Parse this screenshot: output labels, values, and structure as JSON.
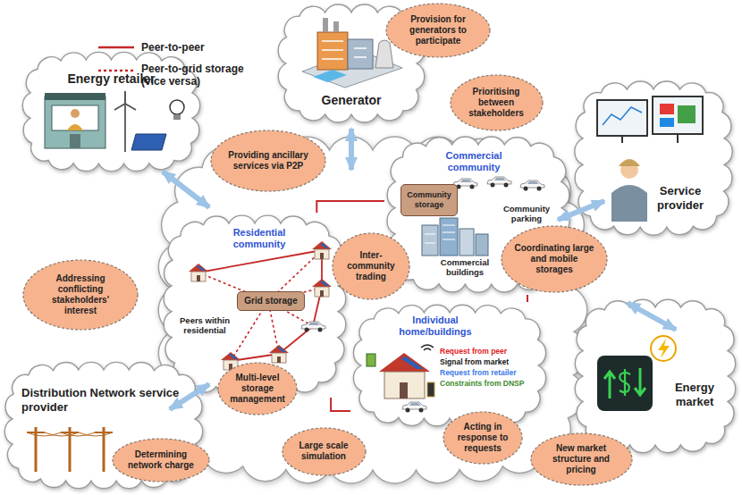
{
  "diagram": {
    "nodes": [
      {
        "text": [
          "Generator"
        ]
      },
      {
        "text": [
          "Provision for generators to participate"
        ]
      },
      {
        "text": [
          "Prioritising between stakeholders"
        ]
      },
      {
        "text": [
          "Energy retailer"
        ]
      },
      {
        "text": [
          "Providing ancillary services via P2P"
        ]
      },
      {
        "text": [
          "Commercial community",
          "Community parking",
          "Commercial buildings"
        ]
      },
      {
        "text": [
          "Community storage"
        ],
        "in": 5
      },
      {
        "text": [
          "Service provider"
        ]
      },
      {
        "text": [
          "Residential community",
          "Peers within residential"
        ]
      },
      {
        "text": [
          "Grid storage"
        ],
        "in": 8
      },
      {
        "text": [
          "Addressing conflicting stakeholders' interest"
        ]
      },
      {
        "text": [
          "Inter-community trading"
        ]
      },
      {
        "text": [
          "Coordinating large and mobile storages"
        ]
      },
      {
        "text": [
          "Individual home/buildings",
          "Request from peer",
          "Signal from market",
          "Request from retailer",
          "Constraints from DNSP"
        ]
      },
      {
        "text": [
          "Distribution Network service provider"
        ]
      },
      {
        "text": [
          "Determining network charge"
        ]
      },
      {
        "text": [
          "Multi-level storage management"
        ]
      },
      {
        "text": [
          "Acting in response to requests"
        ]
      },
      {
        "text": [
          "Energy market"
        ]
      },
      {
        "text": [
          "Large scale simulation"
        ]
      },
      {
        "text": [
          "New market structure and pricing"
        ]
      }
    ],
    "edges": [
      {
        "from": 8,
        "to": 5,
        "arrow": "none"
      },
      {
        "from": 5,
        "to": 13,
        "arrow": "none"
      },
      {
        "from": 8,
        "to": 13,
        "arrow": "none"
      }
    ],
    "legend": [
      {
        "text": "Peer-to-peer"
      },
      {
        "text": "Peer-to-grid storage (vice versa)"
      }
    ]
  }
}
